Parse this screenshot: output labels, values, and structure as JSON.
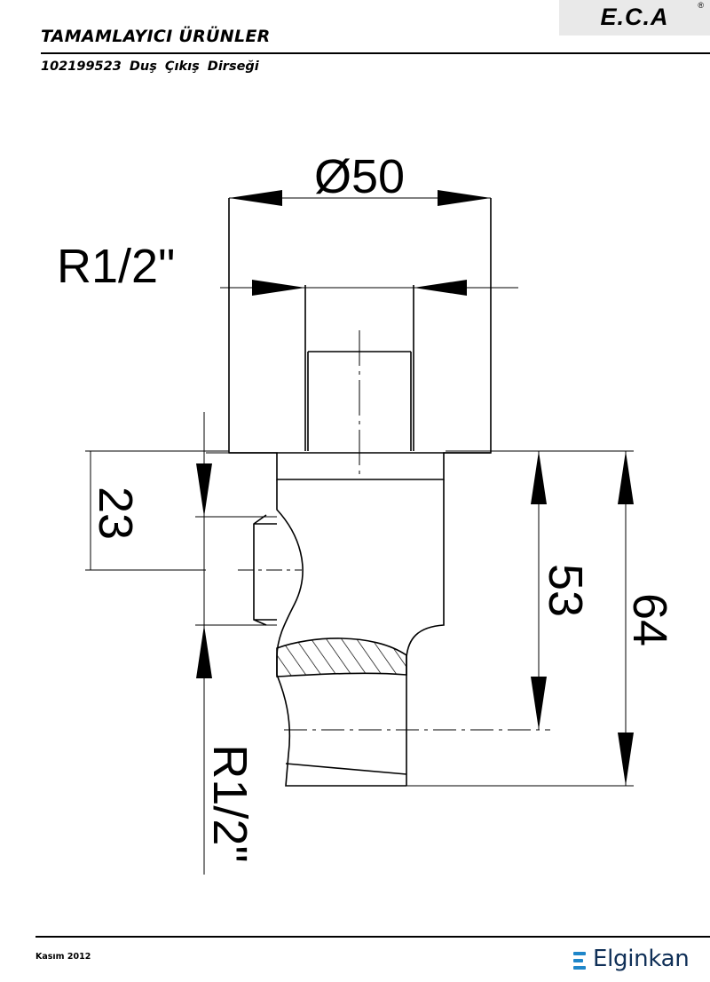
{
  "header": {
    "title": "TAMAMLAYICI ÜRÜNLER",
    "subtitle": "102199523 Duş Çıkış Dirseği",
    "brand_logo_text": "E.C.A",
    "brand_logo_reg": "®"
  },
  "drawing": {
    "dimensions": {
      "outer_diameter": "Ø50",
      "top_thread": "R1/2\"",
      "side_height": "23",
      "height_mid": "53",
      "height_total": "64",
      "side_thread": "R1/2\""
    }
  },
  "footer": {
    "date": "Kasım 2012",
    "distributor": "Elginkan"
  },
  "colors": {
    "line": "#000000",
    "logo_bg": "#e9e9e9",
    "distributor_text": "#0f2f57",
    "distributor_mark": "#1f86c9"
  }
}
